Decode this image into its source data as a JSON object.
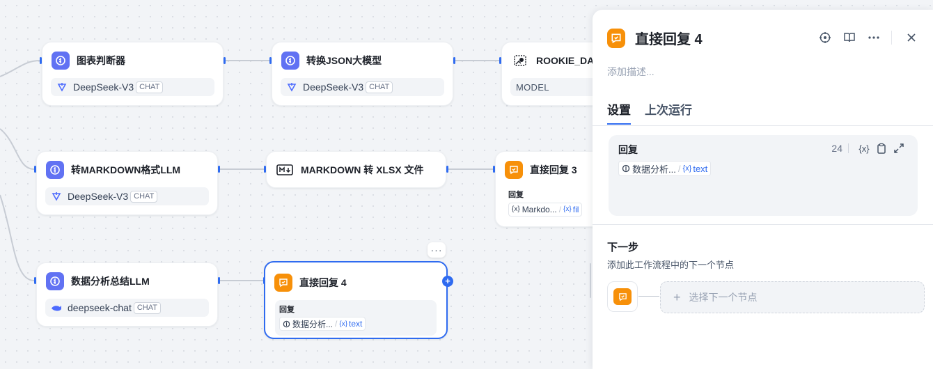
{
  "colors": {
    "accent": "#2f6bf0",
    "llm_icon": "#6172f3",
    "reply_icon": "#f79009",
    "canvas_bg": "#f2f4f7"
  },
  "nodes": {
    "chart_judge": {
      "title": "图表判断器",
      "model": "DeepSeek-V3",
      "tag": "CHAT",
      "icon": "brain-icon"
    },
    "to_json": {
      "title": "转换JSON大模型",
      "model": "DeepSeek-V3",
      "tag": "CHAT",
      "icon": "brain-icon"
    },
    "rookie": {
      "title": "ROOKIE_DA",
      "model": "MODEL",
      "icon": "image-tool-icon"
    },
    "to_markdown": {
      "title": "转MARKDOWN格式LLM",
      "model": "DeepSeek-V3",
      "tag": "CHAT",
      "icon": "brain-icon"
    },
    "md_to_xlsx": {
      "title": "MARKDOWN 转 XLSX 文件",
      "icon": "markdown-icon"
    },
    "reply3": {
      "title": "直接回复 3",
      "field_label": "回复",
      "chip_source": "Markdo...",
      "chip_var": "fil",
      "icon": "reply-icon"
    },
    "summary_llm": {
      "title": "数据分析总结LLM",
      "model": "deepseek-chat",
      "tag": "CHAT",
      "icon": "brain-icon"
    },
    "reply4": {
      "title": "直接回复 4",
      "field_label": "回复",
      "chip_source": "数据分析...",
      "chip_var": "text",
      "icon": "reply-icon"
    }
  },
  "panel": {
    "title": "直接回复 4",
    "description_placeholder": "添加描述...",
    "tabs": [
      {
        "label": "设置",
        "active": true
      },
      {
        "label": "上次运行",
        "active": false
      }
    ],
    "reply_field": {
      "label": "回复",
      "char_count": "24",
      "chip_source": "数据分析...",
      "chip_var": "text"
    },
    "next_step": {
      "title": "下一步",
      "subtitle": "添加此工作流程中的下一个节点",
      "select_label": "选择下一个节点"
    },
    "toolbar_icons": [
      "locate-icon",
      "book-icon",
      "more-icon",
      "close-icon"
    ]
  }
}
